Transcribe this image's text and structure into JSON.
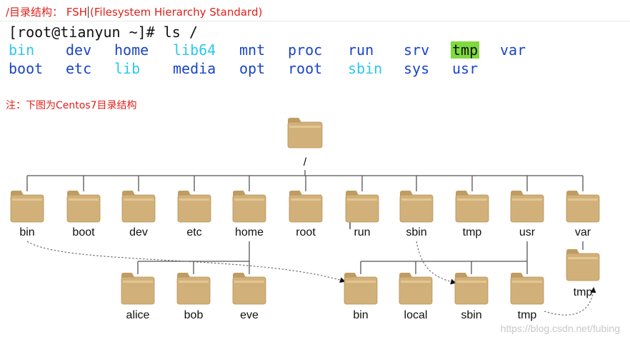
{
  "header": {
    "title_prefix": "/目录结构：",
    "title_fsh": "FSH",
    "title_rest": "(Filesystem Hierarchy Standard)"
  },
  "terminal": {
    "prompt": "[root@tianyun ~]# ls /",
    "row1": [
      {
        "name": "bin",
        "color": "cyan"
      },
      {
        "name": "dev",
        "color": "blue"
      },
      {
        "name": "home",
        "color": "blue"
      },
      {
        "name": "lib64",
        "color": "cyan"
      },
      {
        "name": "mnt",
        "color": "blue"
      },
      {
        "name": "proc",
        "color": "blue"
      },
      {
        "name": "run",
        "color": "blue"
      },
      {
        "name": "srv",
        "color": "blue"
      },
      {
        "name": "tmp",
        "color": "highlight"
      },
      {
        "name": "var",
        "color": "blue"
      }
    ],
    "row2": [
      {
        "name": "boot",
        "color": "blue"
      },
      {
        "name": "etc",
        "color": "blue"
      },
      {
        "name": "lib",
        "color": "cyan"
      },
      {
        "name": "media",
        "color": "blue"
      },
      {
        "name": "opt",
        "color": "blue"
      },
      {
        "name": "root",
        "color": "blue"
      },
      {
        "name": "sbin",
        "color": "cyan"
      },
      {
        "name": "sys",
        "color": "blue"
      },
      {
        "name": "usr",
        "color": "blue"
      }
    ]
  },
  "note": "注：下图为Centos7目录结构",
  "tree": {
    "root_label": "/",
    "top_level": [
      "bin",
      "boot",
      "dev",
      "etc",
      "home",
      "root",
      "run",
      "sbin",
      "tmp",
      "usr",
      "var"
    ],
    "home_children": [
      "alice",
      "bob",
      "eve"
    ],
    "usr_children": [
      "bin",
      "local",
      "sbin",
      "tmp"
    ],
    "var_children": [
      "tmp"
    ]
  },
  "colors": {
    "folder_body": "#d1b07a",
    "folder_tab": "#c09c62",
    "line": "#555555",
    "cyan": "#2cc7ee",
    "blue": "#1a44c8",
    "highlight": "#7fda3c",
    "red": "#e0201a"
  },
  "watermark": "https://blog.csdn.net/fubing"
}
